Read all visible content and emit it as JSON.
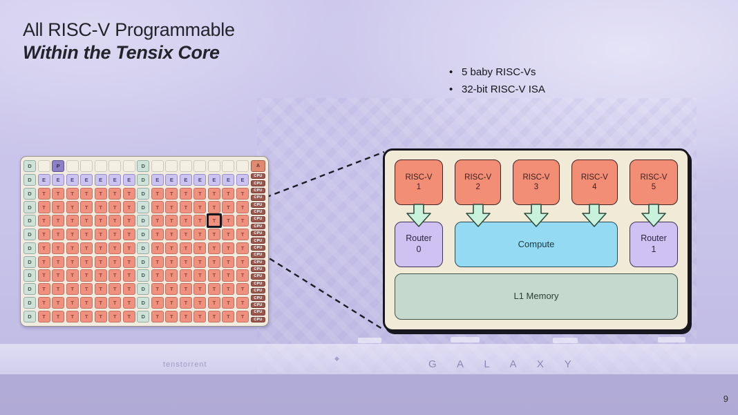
{
  "slide": {
    "title_line1": "All RISC-V Programmable",
    "title_line2": "Within the Tensix Core",
    "bullets": [
      "5 baby RISC-Vs",
      "32-bit RISC-V ISA"
    ],
    "page_number": "9",
    "background": {
      "brand_text": "tenstorrent",
      "product_text": "G A L A X Y",
      "diamond_glyph": "◆"
    }
  },
  "chip_grid": {
    "rows": [
      "D.P.....D.......",
      "DEEEEEEEDEEEEEEE",
      "DTTTTTTTDTTTTTTT",
      "DTTTTTTTDTTTTTTT",
      "DTTTTTTTDTTTTTTT",
      "DTTTTTTTDTTTTTTT",
      "DTTTTTTTDTTTTTTT",
      "DTTTTTTTDTTTTTTT",
      "DTTTTTTTDTTTTTTT",
      "DTTTTTTTDTTTTTTT",
      "DTTTTTTTDTTTTTTT",
      "DTTTTTTTDTTTTTTT"
    ],
    "cpu_column": {
      "top_label": "A",
      "cell_label": "CPU",
      "cell_count": 21
    },
    "highlight": {
      "row": 5,
      "col": 14
    }
  },
  "tensix_detail": {
    "riscv_cores": [
      {
        "line1": "RISC-V",
        "line2": "1"
      },
      {
        "line1": "RISC-V",
        "line2": "2"
      },
      {
        "line1": "RISC-V",
        "line2": "3"
      },
      {
        "line1": "RISC-V",
        "line2": "4"
      },
      {
        "line1": "RISC-V",
        "line2": "5"
      }
    ],
    "router0": {
      "line1": "Router",
      "line2": "0"
    },
    "compute_label": "Compute",
    "router1": {
      "line1": "Router",
      "line2": "1"
    },
    "l1_label": "L1 Memory"
  },
  "colors": {
    "page_background": "#C8C3E9",
    "panel_cream": "#F1EAD7",
    "riscv_salmon": "#F28D76",
    "router_lavender": "#CFC2F2",
    "compute_blue": "#93DAF2",
    "l1_sage": "#C6D9CE",
    "arrow_mint": "#C9F2DD",
    "tensix_cell": "#F09180",
    "dram_cell": "#CFE2D9",
    "eth_cell": "#CBC4F1",
    "pcie_cell": "#8D80C6",
    "arc_cell": "#E08A72",
    "cpu_cell": "#9D564B",
    "outline_dark": "#17171F"
  }
}
